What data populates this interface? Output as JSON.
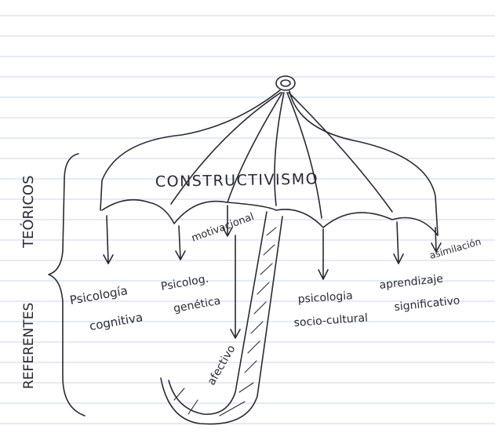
{
  "page": {
    "paper": "#ffffff",
    "rule_color": "#c9d6ee",
    "ink": "#2a2a34"
  },
  "diagram": {
    "title": "CONSTRUCTIVISMO",
    "side_label_top": "TEÓRICOS",
    "side_label_bottom": "REFERENTES",
    "branches": [
      {
        "lines": [
          "Psicología",
          "cognitiva"
        ]
      },
      {
        "lines": [
          "Psicolog.",
          "genética"
        ]
      },
      {
        "lines": [
          "motivacional"
        ]
      },
      {
        "lines": [
          "afectivo"
        ]
      },
      {
        "lines": [
          "psicologia",
          "socio-cultural"
        ]
      },
      {
        "lines": [
          "aprendizaje",
          "significativo"
        ]
      },
      {
        "lines": [
          "asimilación"
        ]
      }
    ]
  }
}
